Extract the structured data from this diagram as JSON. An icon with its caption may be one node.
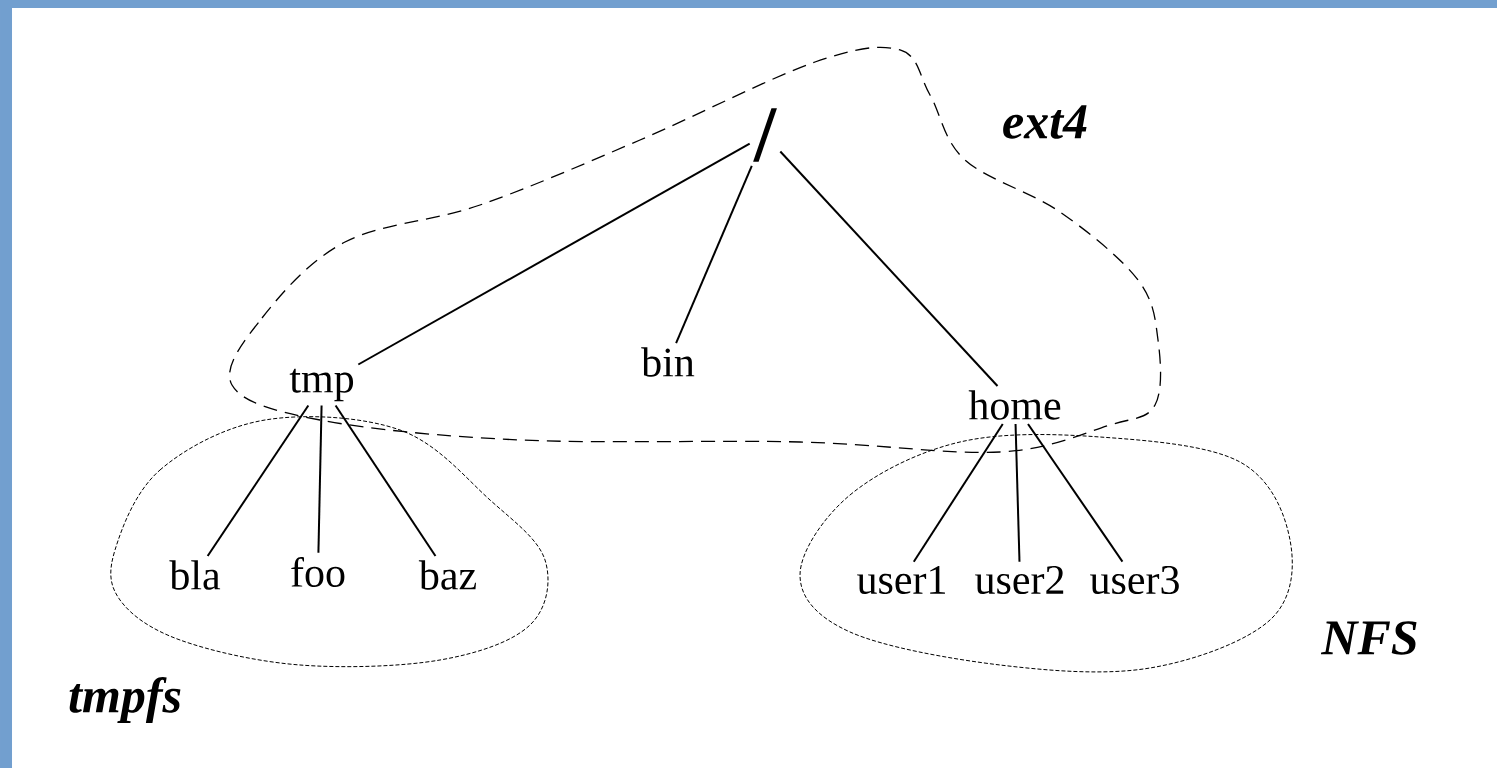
{
  "diagram": {
    "nodes": [
      {
        "text": [
          "/"
        ]
      },
      {
        "text": [
          "tmp"
        ]
      },
      {
        "text": [
          "bin"
        ]
      },
      {
        "text": [
          "home"
        ]
      },
      {
        "text": [
          "bla"
        ]
      },
      {
        "text": [
          "foo"
        ]
      },
      {
        "text": [
          "baz"
        ]
      },
      {
        "text": [
          "user1"
        ]
      },
      {
        "text": [
          "user2"
        ]
      },
      {
        "text": [
          "user3"
        ]
      }
    ],
    "edges": [
      {
        "from": 0,
        "to": 1,
        "arrow": "none"
      },
      {
        "from": 0,
        "to": 2,
        "arrow": "none"
      },
      {
        "from": 0,
        "to": 3,
        "arrow": "none"
      },
      {
        "from": 1,
        "to": 4,
        "arrow": "none"
      },
      {
        "from": 1,
        "to": 5,
        "arrow": "none"
      },
      {
        "from": 1,
        "to": 6,
        "arrow": "none"
      },
      {
        "from": 3,
        "to": 7,
        "arrow": "none"
      },
      {
        "from": 3,
        "to": 8,
        "arrow": "none"
      },
      {
        "from": 3,
        "to": 9,
        "arrow": "none"
      }
    ],
    "labels": [
      "ext4",
      "NFS",
      "tmpfs"
    ]
  }
}
